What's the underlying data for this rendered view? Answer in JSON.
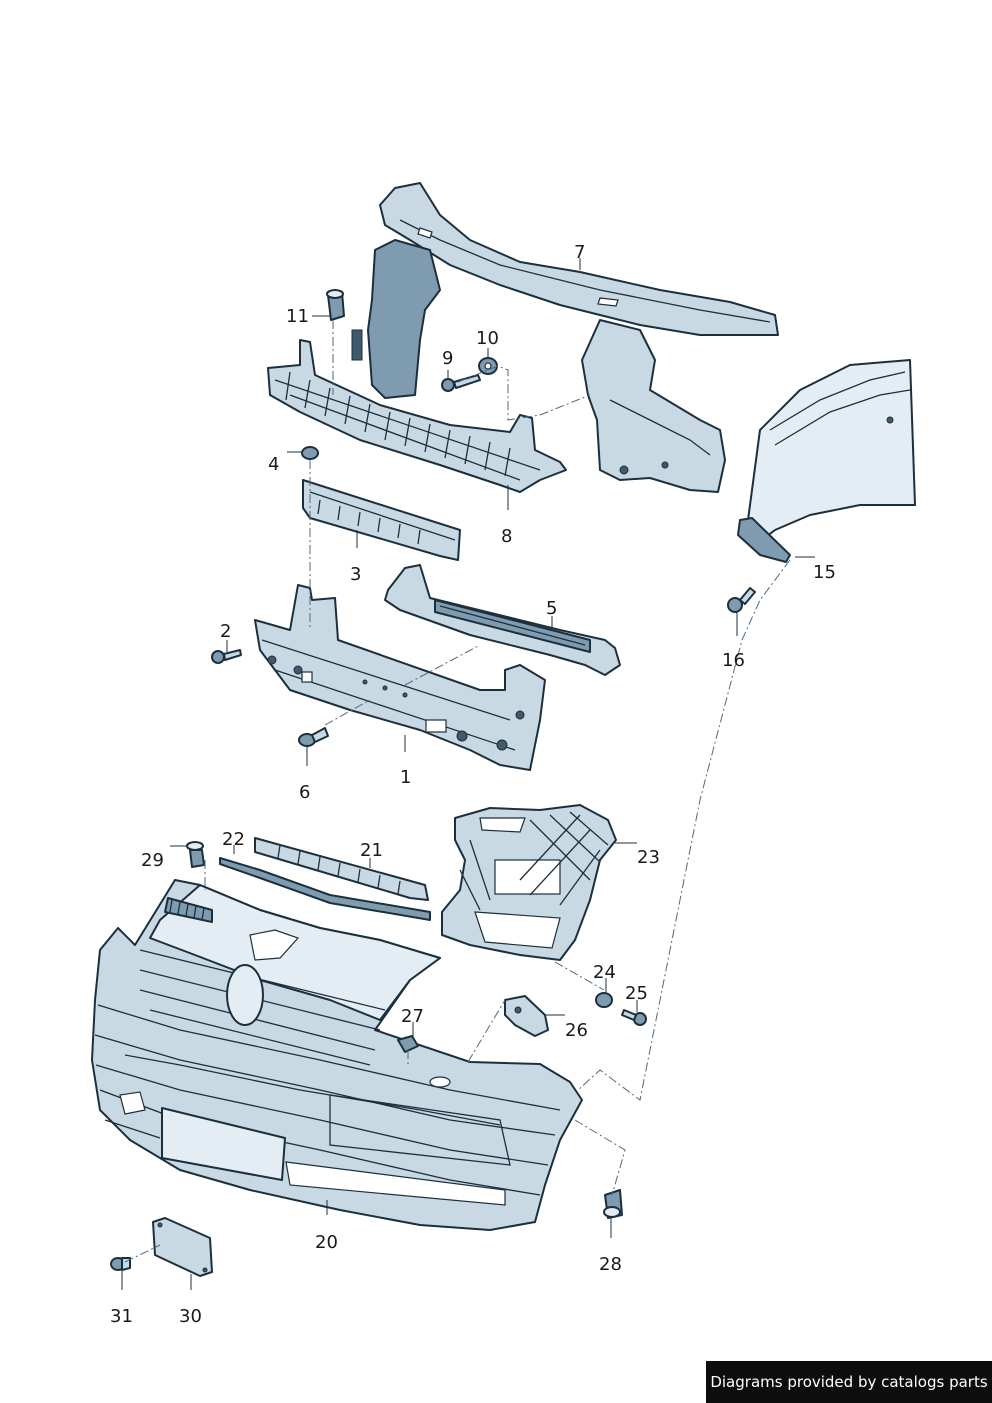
{
  "callouts": {
    "c1": "1",
    "c2": "2",
    "c3": "3",
    "c4": "4",
    "c5": "5",
    "c6": "6",
    "c7": "7",
    "c8": "8",
    "c9": "9",
    "c10": "10",
    "c11": "11",
    "c15": "15",
    "c16": "16",
    "c20": "20",
    "c21": "21",
    "c22": "22",
    "c23": "23",
    "c24": "24",
    "c25": "25",
    "c26": "26",
    "c27": "27",
    "c28": "28",
    "c29": "29",
    "c30": "30",
    "c31": "31"
  },
  "footer": {
    "text": "Diagrams provided by catalogs parts"
  },
  "colors": {
    "part_fill": "#c9d9e3",
    "outline": "#1c2f3d",
    "footer_bg": "#0d0d0d"
  }
}
